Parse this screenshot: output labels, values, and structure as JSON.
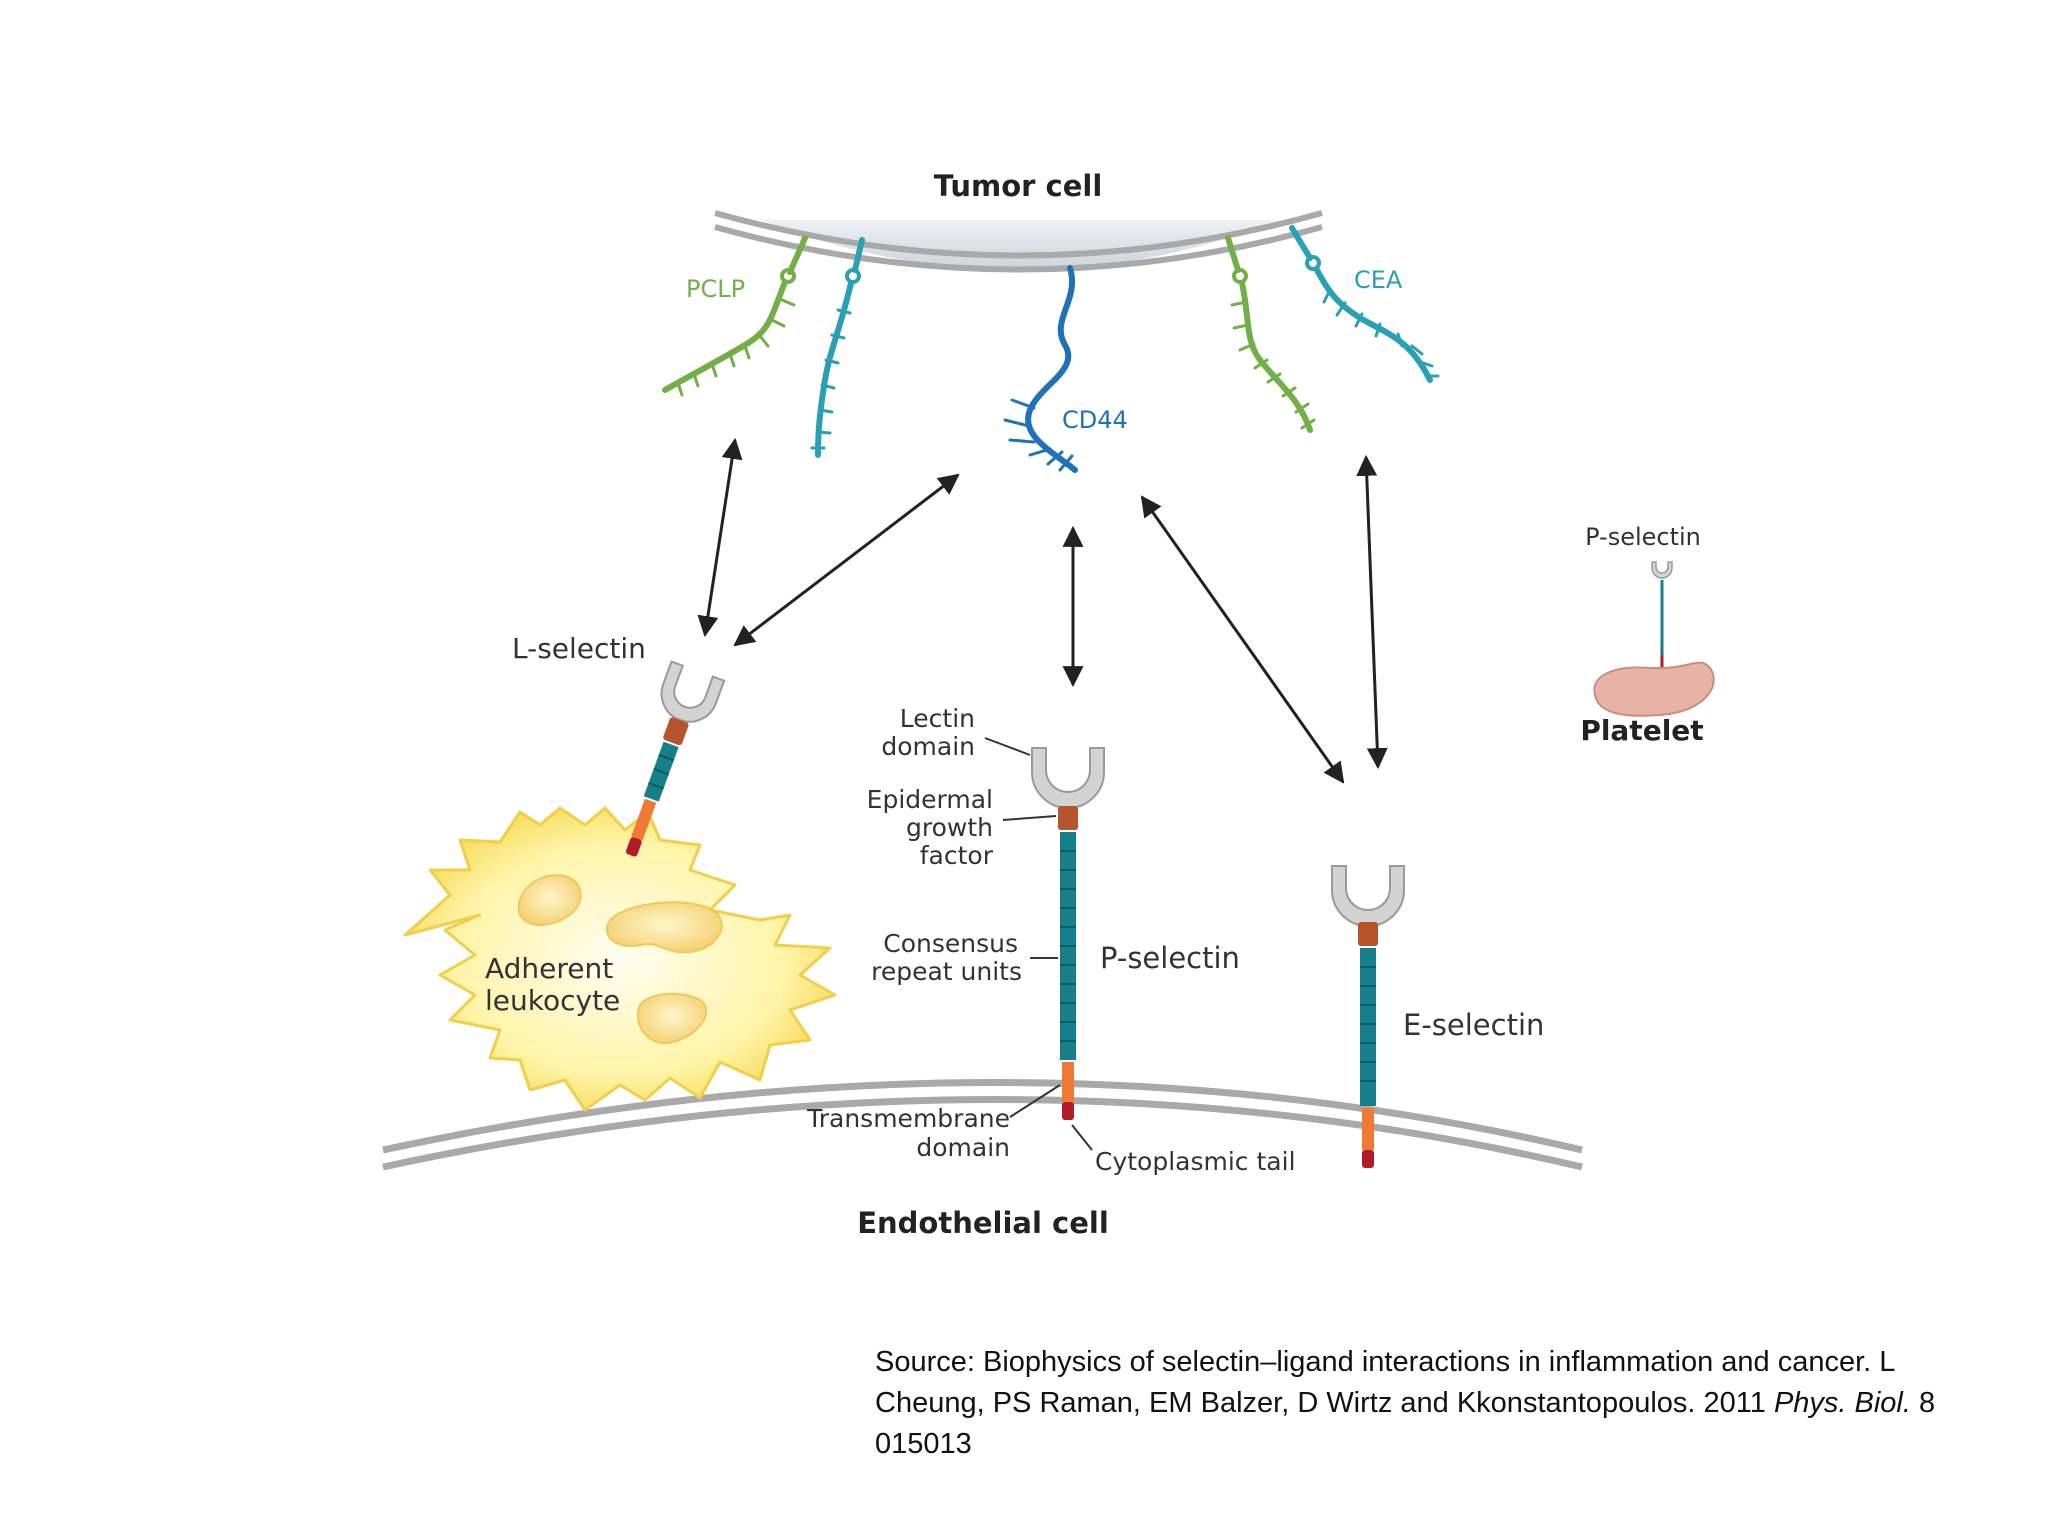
{
  "diagram": {
    "labels": {
      "tumor_cell": "Tumor cell",
      "endothelial_cell": "Endothelial cell",
      "pclp": "PCLP",
      "cea": "CEA",
      "cd44": "CD44",
      "l_selectin": "L-selectin",
      "p_selectin": "P-selectin",
      "e_selectin": "E-selectin",
      "platelet_p_selectin": "P-selectin",
      "platelet": "Platelet",
      "lectin_domain": [
        "Lectin",
        "domain"
      ],
      "egf": [
        "Epidermal",
        "growth",
        "factor"
      ],
      "consensus_repeat": [
        "Consensus",
        "repeat units"
      ],
      "transmembrane": [
        "Transmembrane",
        "domain"
      ],
      "cytoplasmic_tail": "Cytoplasmic tail",
      "leukocyte": [
        "Adherent",
        "leukocyte"
      ]
    },
    "colors": {
      "membrane": "#a9a9a9",
      "tumor_fill": "#d9dde3",
      "pclp_green": "#72b047",
      "cea_teal": "#2aa0b4",
      "cd44_blue": "#1f72b8",
      "lectin_gray": "#cfcfcf",
      "egf_brown": "#b6542b",
      "repeat_teal": "#15808a",
      "transmembrane_orange": "#f07a35",
      "tail_red": "#b31b2a",
      "leukocyte_yellow": "#fff3a3",
      "platelet_pink": "#e7b3a6",
      "arrow": "#222222"
    }
  },
  "caption": {
    "prefix": "Source: Biophysics of selectin–ligand interactions in inflammation and cancer. L Cheung, PS Raman, EM Balzer, D Wirtz and Kkonstantopoulos. 2011 ",
    "journal": "Phys. Biol.",
    "suffix": " 8 015013"
  }
}
